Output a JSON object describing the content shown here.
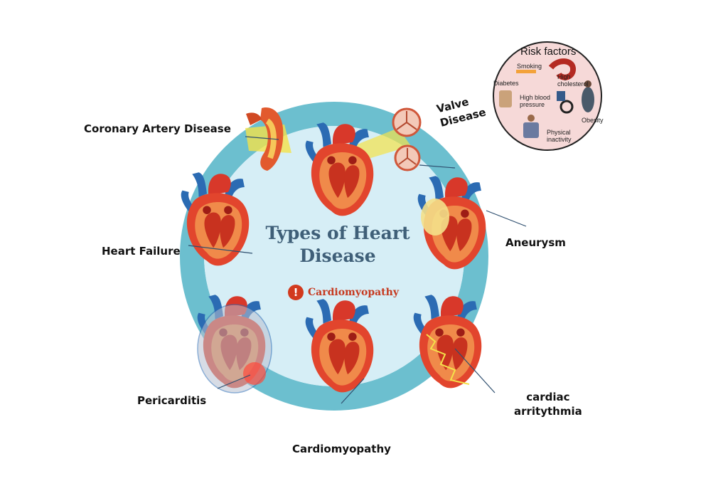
{
  "diagram": {
    "title": "Types of Heart Disease",
    "center_badge": "Cardiomyopathy",
    "labels": {
      "coronary": "Coronary Artery Disease",
      "valve": "Valve\nDisease",
      "aneurysm": "Aneurysm",
      "heart_failure": "Heart Failure",
      "pericarditis": "Pericarditis",
      "cardiomyopathy": "Cardiomyopathy",
      "arrhythmia": "cardiac\narritythmia"
    },
    "risk_factors": {
      "title": "Risk factors",
      "items": {
        "smoking": "Smoking",
        "cholesterol": "High\ncholesterol",
        "diabetes": "Diabetes",
        "bp": "High blood\npressure",
        "obesity": "Obesity",
        "inactivity": "Physical\ninactivity"
      }
    },
    "colors": {
      "ring": "#6cbfcf",
      "inner": "#d6eef6",
      "heart_red": "#e2452d",
      "heart_orange": "#f08a4a",
      "vessel_blue": "#2b6bb3",
      "title": "#3f5f78",
      "badge": "#d23a1e"
    }
  }
}
